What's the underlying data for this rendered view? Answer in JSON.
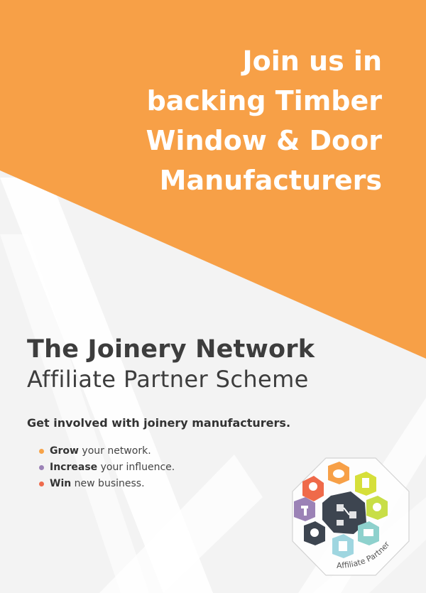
{
  "headline": {
    "lines": [
      "Join us in",
      "backing Timber",
      "Window & Door",
      "Manufacturers"
    ]
  },
  "scheme": {
    "title": "The Joinery Network",
    "subtitle": "Affiliate Partner Scheme"
  },
  "intro": "Get involved with joinery manufacturers.",
  "bullets": [
    {
      "bold": "Grow",
      "rest": " your network.",
      "color": "#f7a348"
    },
    {
      "bold": "Increase",
      "rest": " your influence.",
      "color": "#9b82b6"
    },
    {
      "bold": "Win",
      "rest": " new business.",
      "color": "#ee6b4d"
    }
  ],
  "badge": {
    "label": "Affiliate Partner",
    "icons": [
      "award-icon",
      "piggy-bank-icon",
      "document-check-icon",
      "lightbulb-icon",
      "monitor-icon",
      "window-icon",
      "gears-icon",
      "door-handle-icon",
      "network-icon"
    ]
  },
  "colors": {
    "orange": "#f7a047",
    "grey_bg": "#f3f3f3",
    "text_dark": "#3d3d3d",
    "white": "#ffffff"
  }
}
